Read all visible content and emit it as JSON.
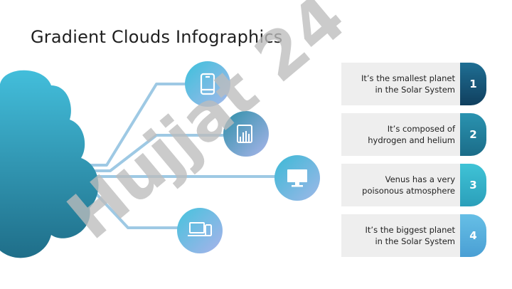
{
  "title": "Gradient Clouds Infographics",
  "watermark_text": "Hujjat 24",
  "colors": {
    "cloud_top": "#43bedb",
    "cloud_bottom": "#1f6e89",
    "line": "#9ec9e4",
    "tab_1": "#144f72",
    "tab_2": "#1f7d9b",
    "tab_3": "#34b4c8",
    "tab_4": "#5ab0dc"
  },
  "items": [
    {
      "number": "1",
      "line1": "It’s the smallest planet",
      "line2": "in the Solar System",
      "icon": "mobile-phone-icon"
    },
    {
      "number": "2",
      "line1": "It’s composed of",
      "line2": "hydrogen and helium",
      "icon": "hand-pointer-icon"
    },
    {
      "number": "3",
      "line1": "Venus has a very",
      "line2": "poisonous atmosphere",
      "icon": "desktop-monitor-icon"
    },
    {
      "number": "4",
      "line1": "It’s the biggest planet",
      "line2": "in the Solar System",
      "icon": "devices-icon"
    }
  ]
}
